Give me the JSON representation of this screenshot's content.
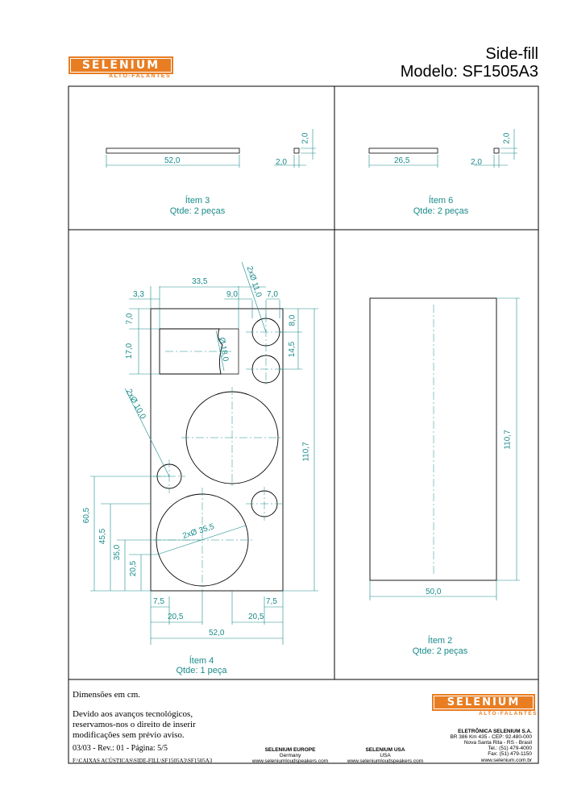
{
  "header": {
    "brand": "SELENIUM",
    "brand_sub": "ALTO-FALANTES",
    "title_line1": "Side-fill",
    "title_line2": "Modelo: SF1505A3"
  },
  "items": {
    "item3": {
      "name": "Ítem 3",
      "qty": "Qtde: 2 peças",
      "dims": [
        "52,0",
        "2,0",
        "2,0"
      ]
    },
    "item6": {
      "name": "Ítem 6",
      "qty": "Qtde: 2 peças",
      "dims": [
        "26,5",
        "2,0",
        "2,0"
      ]
    },
    "item4": {
      "name": "Ítem 4",
      "qty": "Qtde: 1 peça",
      "dims": {
        "d_3_3": "3,3",
        "d_33_5": "33,5",
        "d_9_0": "9,0",
        "d_7_0_top": "7,0",
        "d_2x11": "2xØ 11,0",
        "d_7_0_left": "7,0",
        "d_17_0": "17,0",
        "d_18_0": "Ø 18,0",
        "d_8_0": "8,0",
        "d_14_5": "14,5",
        "d_110_7": "110,7",
        "d_2x10": "2xØ 10,0",
        "d_60_5": "60,5",
        "d_45_5": "45,5",
        "d_35_0": "35,0",
        "d_20_5_v": "20,5",
        "d_2x35_5": "2xØ 35,5",
        "d_7_5_left": "7,5",
        "d_7_5_right": "7,5",
        "d_20_5_left": "20,5",
        "d_20_5_right": "20,5",
        "d_52_0": "52,0"
      }
    },
    "item2": {
      "name": "Ítem 2",
      "qty": "Qtde: 2 peças",
      "dims": {
        "height": "110,7",
        "width": "50,0"
      }
    }
  },
  "notes": {
    "units": "Dimensões em cm.",
    "line1": "Devido aos avanços tecnológicos,",
    "line2": "reservamos-nos o direito de inserir",
    "line3": "modificações sem prévio aviso.",
    "revision": "03/03 - Rev.: 01 - Página: 5/5",
    "path": "F:\\CAIXAS ACÚSTICAS\\SIDE-FILL\\SF1505A3\\SF1505A3"
  },
  "footer": {
    "europe_title": "SELENIUM EUROPE",
    "europe_country": "Germany",
    "europe_site": "www.seleniumloudspeakers.com",
    "usa_title": "SELENIUM USA",
    "usa_country": "USA",
    "usa_site": "www.seleniumloudspeakers.com",
    "company": "ELETRÔNICA SELENIUM S.A.",
    "address1": "BR 386 Km 435 - CEP: 92.480-000",
    "address2": "Nova Santa Rita - RS - Brasil",
    "tel": "Tel.: (51) 479-4000",
    "fax": "Fax: (51) 479-1150",
    "site": "www.selenium.com.br"
  },
  "colors": {
    "brand": "#e87d22",
    "dimension": "#1a8a8a",
    "line": "#000000"
  }
}
